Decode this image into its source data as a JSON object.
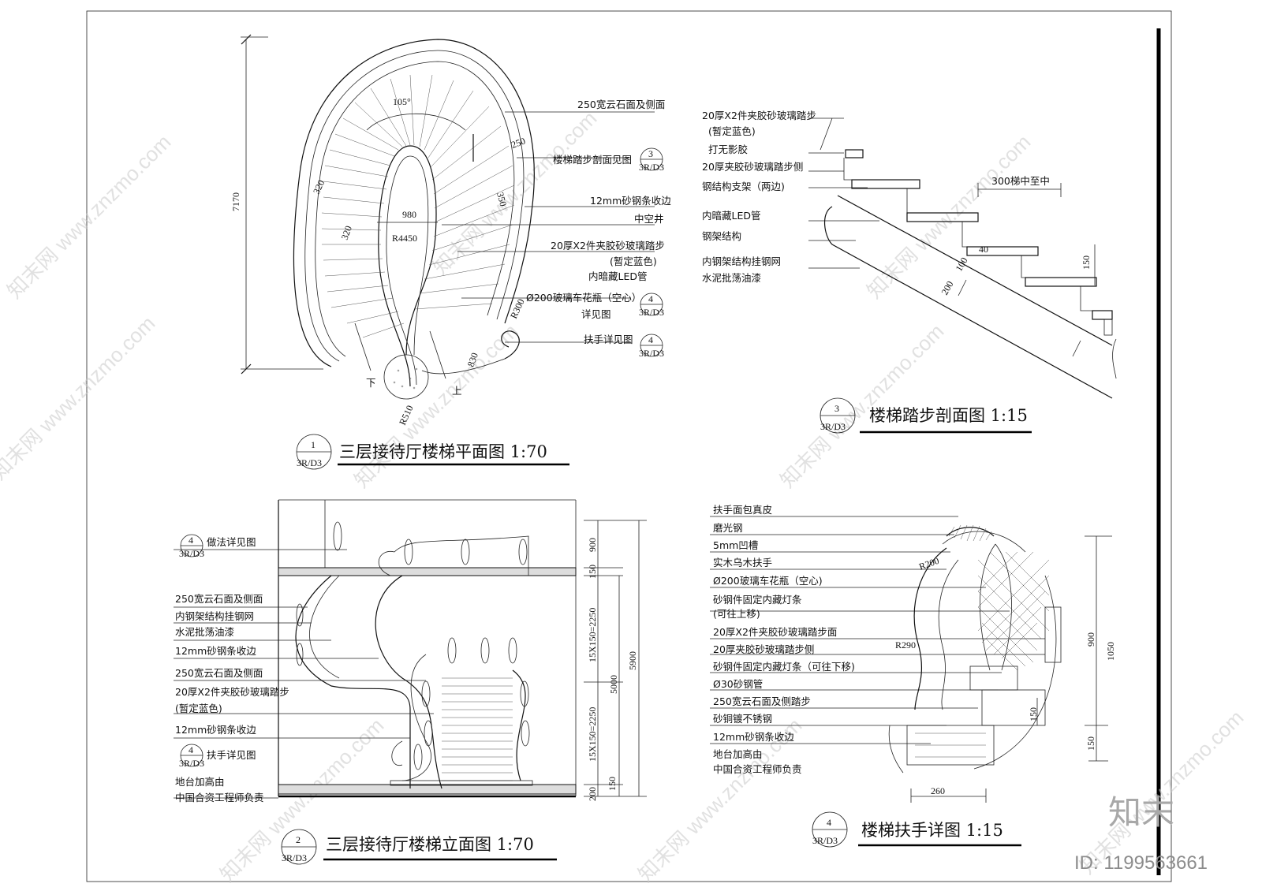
{
  "plan": {
    "title": "三层接待厅楼梯平面图 1:70",
    "bubble_num": "1",
    "bubble_ref": "3R/D3",
    "angle": "105°",
    "dims": {
      "height": "7170",
      "d250": "250",
      "d320a": "320",
      "d320b": "320",
      "d350": "350",
      "d980": "980",
      "r4450": "R4450",
      "r300": "R300",
      "d830": "830",
      "r510": "R510"
    },
    "down": "下",
    "up": "上",
    "labels": [
      "250宽云石面及侧面",
      "楼梯踏步剖面见图",
      "12mm砂钢条收边",
      "中空井",
      "20厚X2件夹胶砂玻璃踏步",
      "(暂定蓝色)",
      "内暗藏LED管",
      "Ø200玻璃车花瓶（空心）",
      "详见图",
      "扶手详见图"
    ],
    "refs": [
      {
        "num": "3",
        "ref": "3R/D3"
      },
      {
        "num": "4",
        "ref": "3R/D3"
      },
      {
        "num": "4",
        "ref": "3R/D3"
      }
    ]
  },
  "section": {
    "title": "楼梯踏步剖面图 1:15",
    "bubble_num": "3",
    "bubble_ref": "3R/D3",
    "labels": [
      "20厚X2件夹胶砂玻璃踏步",
      "(暂定蓝色)",
      "打无影胶",
      "20厚夹胶砂玻璃踏步侧",
      "钢结构支架（两边)",
      "内暗藏LED管",
      "钢架结构",
      "内钢架结构挂钢网",
      "水泥批荡油漆"
    ],
    "dims": {
      "pitch": "300梯中至中",
      "d40": "40",
      "d100": "100",
      "d150": "150",
      "d200": "200"
    }
  },
  "elevation": {
    "title": "三层接待厅楼梯立面图 1:70",
    "bubble_num": "2",
    "bubble_ref": "3R/D3",
    "labels": [
      "做法详见图",
      "250宽云石面及侧面",
      "内钢架结构挂钢网",
      "水泥批荡油漆",
      "12mm砂钢条收边",
      "250宽云石面及侧面",
      "20厚X2件夹胶砂玻璃踏步",
      "(暂定蓝色)",
      "12mm砂钢条收边",
      "扶手详见图",
      "地台加高由",
      "中国合资工程师负责"
    ],
    "refs": [
      {
        "num": "4",
        "ref": "3R/D3"
      },
      {
        "num": "4",
        "ref": "3R/D3"
      }
    ],
    "dims": {
      "d900": "900",
      "d150a": "150",
      "run1": "15X150=2250",
      "run2": "15X150=2250",
      "d200": "200",
      "d150b": "150",
      "d5000": "5000",
      "d5900": "5900"
    }
  },
  "handrail": {
    "title": "楼梯扶手详图 1:15",
    "bubble_num": "4",
    "bubble_ref": "3R/D3",
    "labels": [
      "扶手面包真皮",
      "磨光钢",
      "5mm凹槽",
      "实木乌木扶手",
      "Ø200玻璃车花瓶（空心)",
      "砂钢件固定内藏灯条",
      "(可往上移)",
      "20厚X2件夹胶砂玻璃踏步面",
      "20厚夹胶砂玻璃踏步侧",
      "砂钢件固定内藏灯条（可往下移)",
      "Ø30砂钢管",
      "250宽云石面及侧踏步",
      "砂铜镀不锈钢",
      "12mm砂钢条收边",
      "地台加高由",
      "中国合资工程师负责"
    ],
    "dims": {
      "r200": "R200",
      "r290": "R290",
      "d900": "900",
      "d1050": "1050",
      "d150a": "150",
      "d150b": "150",
      "d260": "260"
    }
  },
  "watermark": {
    "text": "知末网 www.znzmo.com",
    "logo": "知末",
    "id": "ID: 1199563661"
  }
}
